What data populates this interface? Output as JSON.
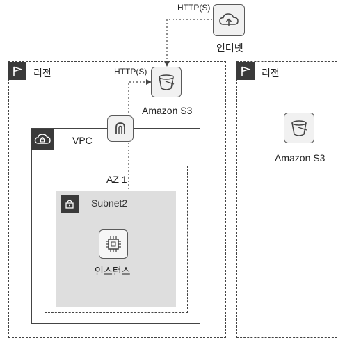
{
  "internet": {
    "protocol_label": "HTTP(S)",
    "name": "인터넷"
  },
  "region_left": {
    "label": "리전"
  },
  "region_right": {
    "label": "리전"
  },
  "s3_left": {
    "protocol_label": "HTTP(S)",
    "name": "Amazon S3"
  },
  "s3_right": {
    "name": "Amazon S3"
  },
  "vpc": {
    "label": "VPC"
  },
  "az": {
    "label": "AZ 1"
  },
  "subnet": {
    "label": "Subnet2"
  },
  "instance": {
    "label": "인스턴스"
  },
  "icons": {
    "region_flag": "flag-icon",
    "internet": "cloud-upload-icon",
    "s3": "bucket-icon",
    "vpc": "cloud-lock-icon",
    "subnet": "lock-icon",
    "gateway": "gateway-endpoint-icon",
    "instance": "chip-icon"
  }
}
